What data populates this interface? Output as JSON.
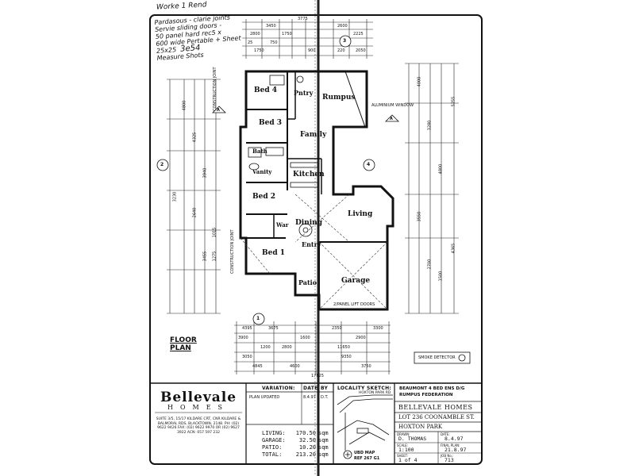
{
  "handwritten_notes": {
    "top": "Worke 1 Rend",
    "lines": [
      "Pardasous - clarie joints",
      "Servie sliding doors -",
      "50 panel hard rec5 x",
      "600 wide Pertable + Sheet",
      "25x25",
      "Measure Shots"
    ],
    "code": "3e54"
  },
  "rooms": {
    "bed4": "Bed 4",
    "pantry": "Pntry",
    "rumpus": "Rumpus",
    "bed3": "Bed 3",
    "family": "Family",
    "bath": "Bath",
    "kitchen": "Kitchen",
    "vanity": "Vanity",
    "bed2": "Bed 2",
    "living": "Living",
    "war": "War",
    "dining": "Dining",
    "bed1": "Bed 1",
    "entry": "Entry",
    "garage": "Garage",
    "patio": "Patio"
  },
  "markers": {
    "a_left": "A",
    "a_right": "A",
    "one": "1",
    "two": "2",
    "three": "3",
    "four": "4"
  },
  "plan": {
    "floor_plan_label": "FLOOR PLAN",
    "panel_lift_doors": "2/PANEL LIFT DOORS",
    "smoke_detector": "SMOKE DETECTOR",
    "aluminium_window": "ALUMINIUM WINDOW",
    "construction_joint_top": "CONSTRUCTION JOINT",
    "construction_joint_bottom": "CONSTRUCTION JOINT",
    "dims_top": [
      "3775",
      "3450",
      "2800",
      "1750",
      "2600",
      "25",
      "750",
      "2225",
      "1750",
      "900",
      "220",
      "2050"
    ],
    "dims_bottom": [
      "3675",
      "3900",
      "2350",
      "2900",
      "1200",
      "2800",
      "1600",
      "3050",
      "9350",
      "11650",
      "3750",
      "4845",
      "4600",
      "17825",
      "4395",
      "3300"
    ],
    "dims_left": [
      "4800",
      "3230",
      "4325",
      "3940",
      "2640",
      "3455",
      "1015",
      "1275"
    ],
    "dims_right": [
      "4000",
      "5255",
      "3280",
      "3550",
      "2700",
      "4800",
      "4365",
      "1500"
    ]
  },
  "title_block": {
    "brand_line1": "Bellevale",
    "brand_line2": "HOMES",
    "address_small": "SUITE 3/5, 15/17 KILDARE CRT, CNR KILDARE & BALMORAL RDS, BLACKTOWN, 2148. PH: (02) 9622 9426  FAX: (02) 9622 9970  OR (02) 9627 3922  ACN: 057 597 232",
    "variation_header": "VARIATION:",
    "date_header": "DATE",
    "by_header": "BY",
    "variation_text": "PLAN UPDATED",
    "variation_date": "8.4.97",
    "variation_by": "D.T.",
    "areas": [
      {
        "label": "LIVING:",
        "value": "170.50",
        "unit": "sqm"
      },
      {
        "label": "GARAGE:",
        "value": "32.50",
        "unit": "sqm"
      },
      {
        "label": "PATIO:",
        "value": "10.20",
        "unit": "sqm"
      },
      {
        "label": "TOTAL:",
        "value": "213.20",
        "unit": "sqm"
      }
    ],
    "locality_header": "LOCALITY SKETCH:",
    "locality_road": "HOXTON PARK RD",
    "ubd_map": "UBD MAP",
    "ubd_ref": "REF 267 G1",
    "design_line1": "BEAUMONT 4 BED ENS D/G",
    "design_line2": "RUMPUS FEDERATION",
    "company": "BELLEVALE HOMES",
    "lot": "LOT 236 COONAMBLE ST.",
    "suburb": "HOXTON PARK",
    "drawn_label": "DRAWN:",
    "drawn_value": "D. THOMAS",
    "date_label": "DATE:",
    "date_value": "8.4.97",
    "scale_label": "SCALE:",
    "scale_value": "1:100",
    "final_plan_label": "FINAL PLAN:",
    "final_plan_value": "21.8.97",
    "sheet_label": "SHEET:",
    "sheet_value": "1 of 4",
    "job_label": "JOB No.:",
    "job_value": "713"
  }
}
